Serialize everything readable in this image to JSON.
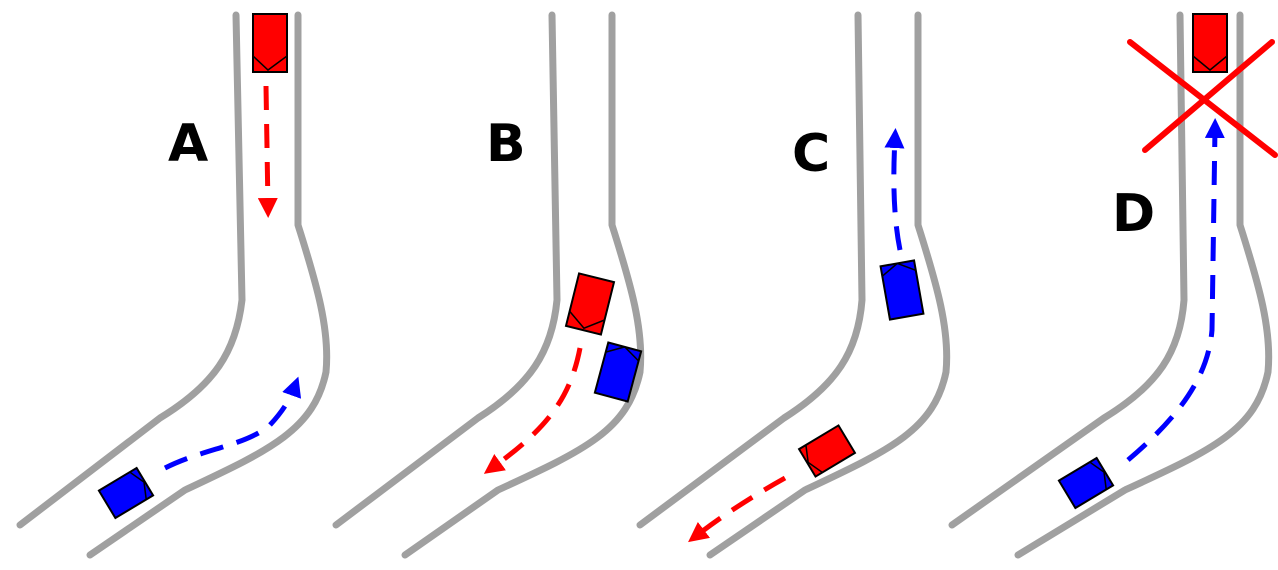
{
  "colors": {
    "road": "#a0a0a0",
    "red_car": "#ff0000",
    "blue_car": "#0000ff",
    "cross": "#ff0000",
    "label": "#000000"
  },
  "scenarios": [
    {
      "id": "a",
      "label": "A"
    },
    {
      "id": "b",
      "label": "B"
    },
    {
      "id": "c",
      "label": "C"
    },
    {
      "id": "d",
      "label": "D",
      "marked_invalid": true
    }
  ]
}
